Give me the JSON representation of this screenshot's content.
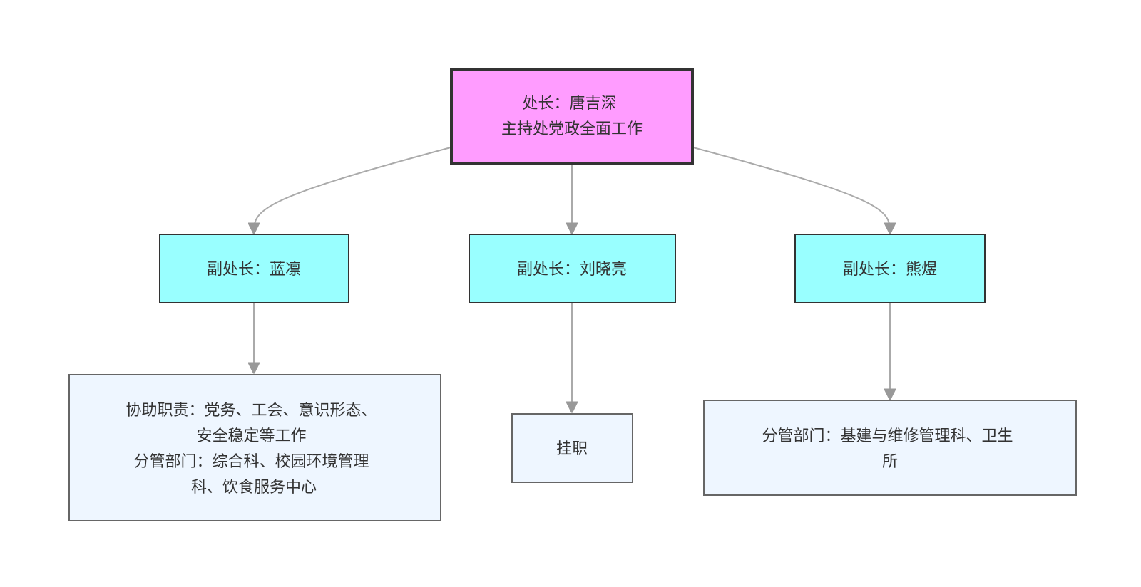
{
  "diagram": {
    "root": {
      "lines": [
        "处长：唐吉深",
        "主持处党政全面工作"
      ],
      "fill": "#ff9cff",
      "stroke": "#333333"
    },
    "deputies": [
      {
        "lines": [
          "副处长：蓝凛"
        ],
        "fill": "#99ffff",
        "stroke": "#333333"
      },
      {
        "lines": [
          "副处长：刘晓亮"
        ],
        "fill": "#99ffff",
        "stroke": "#333333"
      },
      {
        "lines": [
          "副处长：熊煜"
        ],
        "fill": "#99ffff",
        "stroke": "#333333"
      }
    ],
    "duties": [
      {
        "lines": [
          "协助职责：党务、工会、意识形态、",
          "安全稳定等工作",
          "分管部门：综合科、校园环境管理",
          "科、饮食服务中心"
        ],
        "fill": "#eef6ff",
        "stroke": "#666666"
      },
      {
        "lines": [
          "挂职"
        ],
        "fill": "#eef6ff",
        "stroke": "#666666"
      },
      {
        "lines": [
          "分管部门：基建与维修管理科、卫生",
          "所"
        ],
        "fill": "#eef6ff",
        "stroke": "#666666"
      }
    ],
    "edge_color": "#aaaaaa",
    "arrow_color": "#999999"
  }
}
